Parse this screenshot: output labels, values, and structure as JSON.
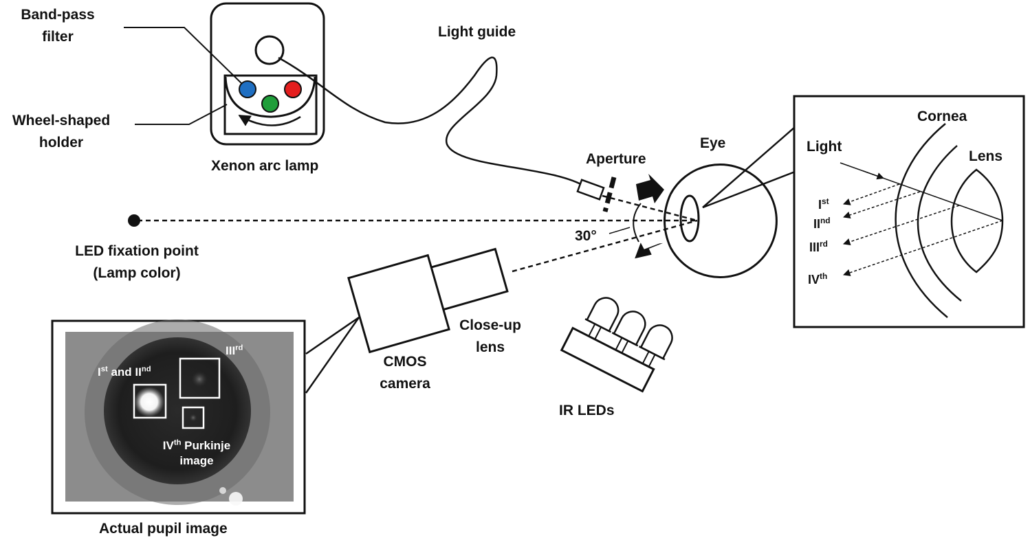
{
  "labels": {
    "band_pass_filter_1": "Band-pass",
    "band_pass_filter_2": "filter",
    "wheel_holder_1": "Wheel-shaped",
    "wheel_holder_2": "holder",
    "xenon_lamp": "Xenon arc lamp",
    "light_guide": "Light guide",
    "aperture": "Aperture",
    "eye": "Eye",
    "angle": "30°",
    "led_fixation_1": "LED fixation point",
    "led_fixation_2": "(Lamp color)",
    "close_up_lens_1": "Close-up",
    "close_up_lens_2": "lens",
    "cmos_camera_1": "CMOS",
    "cmos_camera_2": "camera",
    "ir_leds": "IR LEDs",
    "actual_pupil_image": "Actual pupil image",
    "cornea": "Cornea",
    "light": "Light",
    "lens": "Lens"
  },
  "purkinje_inset": {
    "first": {
      "base": "I",
      "sup": "st"
    },
    "second": {
      "base": "II",
      "sup": "nd"
    },
    "third": {
      "base": "III",
      "sup": "rd"
    },
    "fourth": {
      "base": "IV",
      "sup": "th"
    }
  },
  "pupil_photo": {
    "first_second_base1": "I",
    "first_second_sup1": "st",
    "first_second_mid": " and II",
    "first_second_sup2": "nd",
    "third_base": "III",
    "third_sup": "rd",
    "fourth_base": "IV",
    "fourth_sup": "th",
    "fourth_rest": " Purkinje",
    "fourth_line2": "image"
  },
  "filter_colors": {
    "blue": "#1f6fc2",
    "green": "#1f9e3a",
    "red": "#e41e1e"
  }
}
